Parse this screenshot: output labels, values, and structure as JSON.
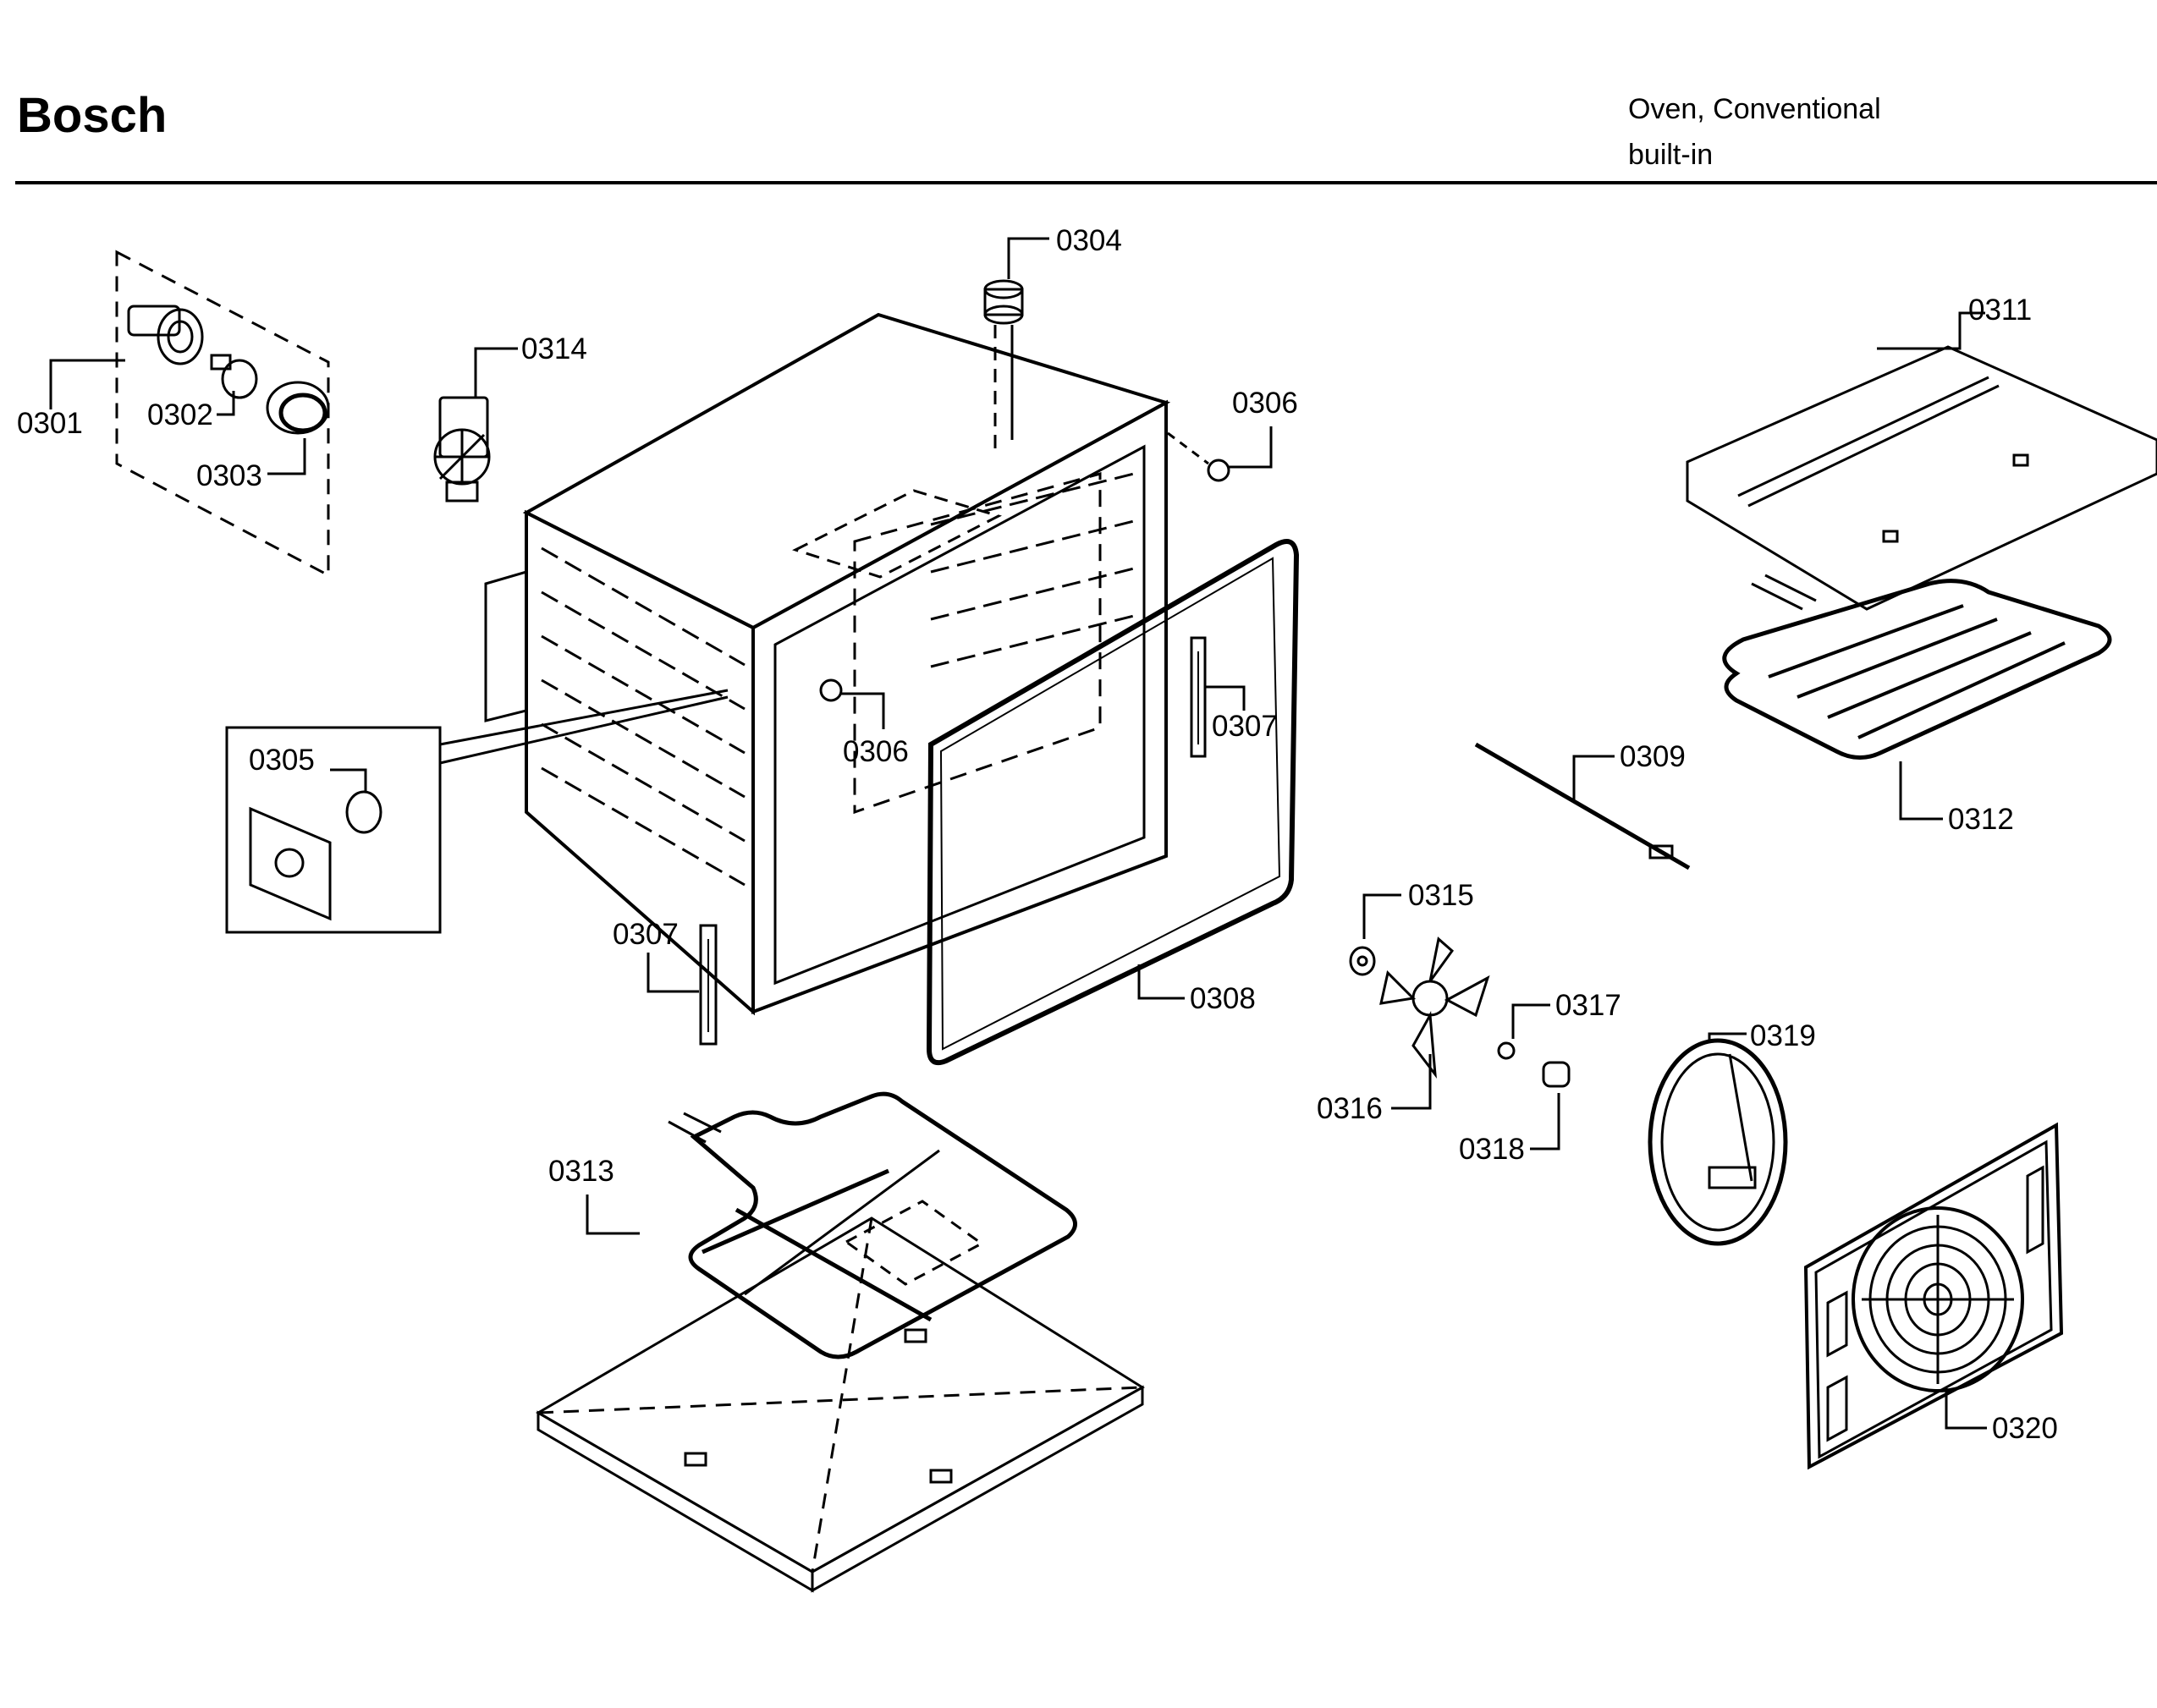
{
  "header": {
    "brand": "Bosch",
    "product_line1": "Oven, Conventional",
    "product_line2": "built-in"
  },
  "parts": {
    "p0301": "0301",
    "p0302": "0302",
    "p0303": "0303",
    "p0304": "0304",
    "p0305": "0305",
    "p0306a": "0306",
    "p0306b": "0306",
    "p0307a": "0307",
    "p0307b": "0307",
    "p0308": "0308",
    "p0309": "0309",
    "p0311": "0311",
    "p0312": "0312",
    "p0313": "0313",
    "p0314": "0314",
    "p0315": "0315",
    "p0316": "0316",
    "p0317": "0317",
    "p0318": "0318",
    "p0319": "0319",
    "p0320": "0320"
  }
}
